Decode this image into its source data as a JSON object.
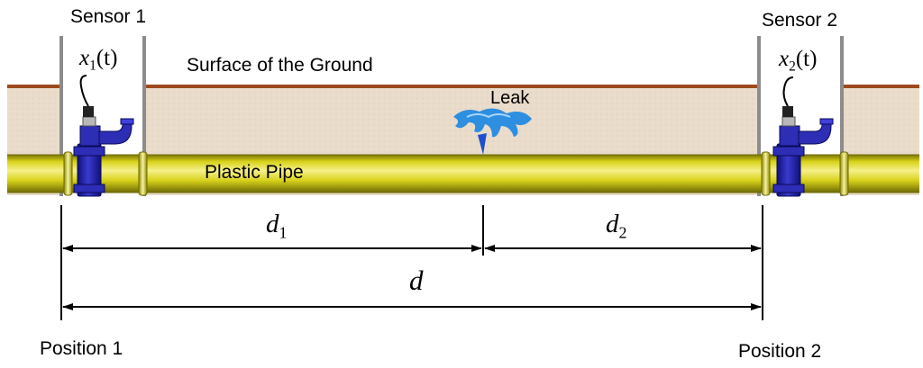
{
  "diagram": {
    "sensor1": {
      "label": "Sensor 1",
      "signal_var": "x",
      "signal_sub": "1",
      "signal_arg": "(t)"
    },
    "sensor2": {
      "label": "Sensor 2",
      "signal_var": "x",
      "signal_sub": "2",
      "signal_arg": "(t)"
    },
    "ground_label": "Surface of the Ground",
    "leak_label": "Leak",
    "pipe_label": "Plastic Pipe",
    "d1": {
      "var": "d",
      "sub": "1"
    },
    "d2": {
      "var": "d",
      "sub": "2"
    },
    "d": {
      "var": "d"
    },
    "position1": "Position 1",
    "position2": "Position 2"
  },
  "colors": {
    "soil": "#EADCCB",
    "ground_line": "#9E4A1E",
    "pipe": "#D8D21A",
    "pipe_highlight": "#F5F08A",
    "pipe_shadow": "#8F8A06",
    "fitting": "#2D2DB5",
    "leak_water": "#2E8FE0",
    "wall": "#8C8C8C"
  }
}
